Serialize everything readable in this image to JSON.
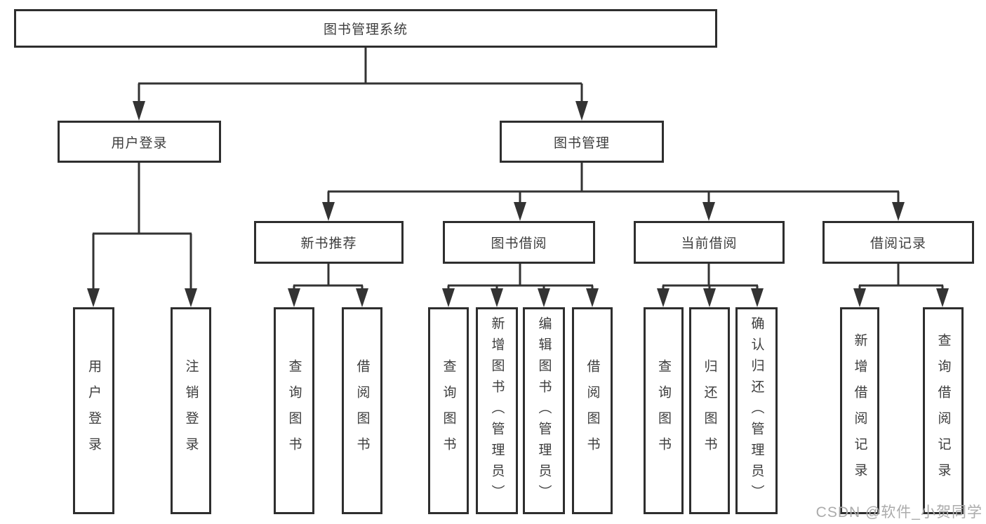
{
  "tree": {
    "label": "图书管理系统",
    "children": [
      {
        "label": "用户登录",
        "children": [
          {
            "label": "用户登录"
          },
          {
            "label": "注销登录"
          }
        ]
      },
      {
        "label": "图书管理",
        "children": [
          {
            "label": "新书推荐",
            "children": [
              {
                "label": "查询图书"
              },
              {
                "label": "借阅图书"
              }
            ]
          },
          {
            "label": "图书借阅",
            "children": [
              {
                "label": "查询图书"
              },
              {
                "label": "新增图书（管理员）"
              },
              {
                "label": "编辑图书（管理员）"
              },
              {
                "label": "借阅图书"
              }
            ]
          },
          {
            "label": "当前借阅",
            "children": [
              {
                "label": "查询图书"
              },
              {
                "label": "归还图书"
              },
              {
                "label": "确认归还（管理员）"
              }
            ]
          },
          {
            "label": "借阅记录",
            "children": [
              {
                "label": "新增借阅记录"
              },
              {
                "label": "查询借阅记录"
              }
            ]
          }
        ]
      }
    ]
  },
  "watermark": {
    "text": "CSDN @软件_小贺同学"
  },
  "colors": {
    "line": "#333333",
    "box_border": "#2e2e2e",
    "text": "#3d3d3d",
    "watermark": "#ababab",
    "background": "#ffffff"
  }
}
